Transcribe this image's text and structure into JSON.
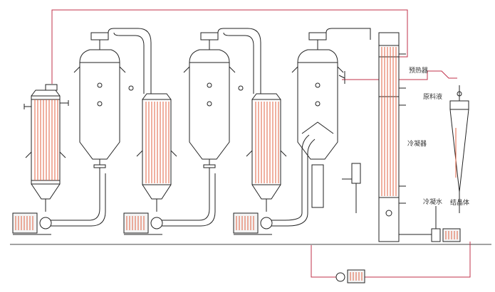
{
  "labels": {
    "preheater": "预热器",
    "raw_liquid": "原料液",
    "condenser": "冷凝器",
    "cooling_water": "冷凝水",
    "crystal": "结晶体"
  },
  "colors": {
    "steel": "#222222",
    "heat_tube": "#e06040",
    "process_line": "#c0304a",
    "motor_fill": "#f4f4f4"
  }
}
